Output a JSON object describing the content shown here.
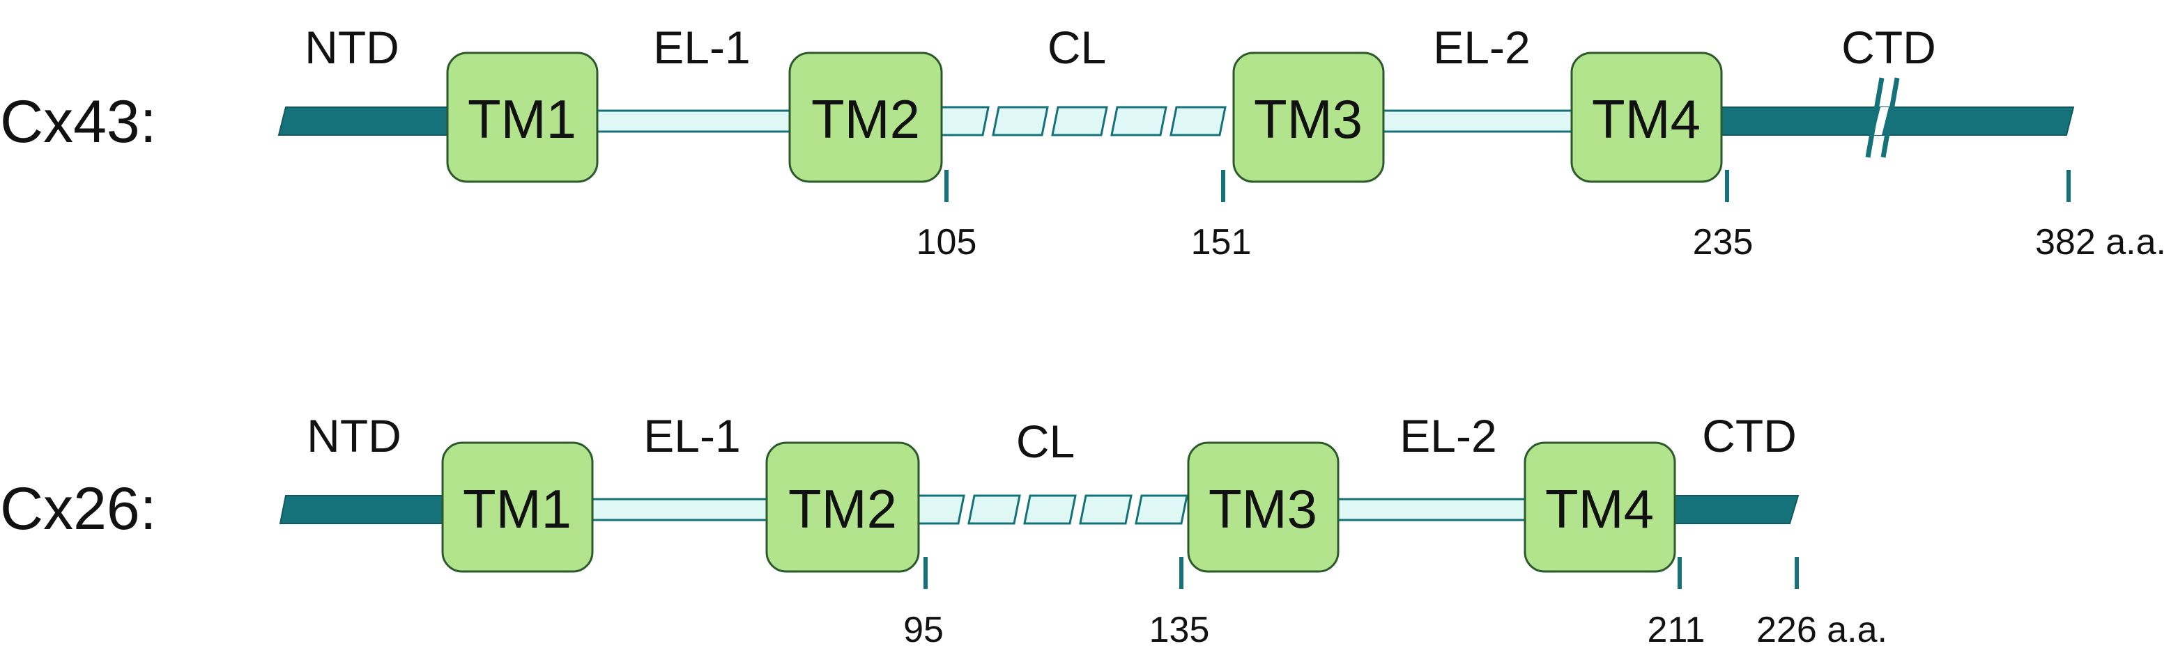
{
  "colors": {
    "terminal": "#15727A",
    "terminal_outline": "#0F5A61",
    "loop_fill": "#DFF8F6",
    "loop_outline": "#15727A",
    "tm_fill": "#B2E38D",
    "tm_outline": "#2D5A2D",
    "tick": "#15727A",
    "text": "#111111"
  },
  "proteins": [
    {
      "label": "Cx43:",
      "regions": {
        "ntd": "NTD",
        "el1": "EL-1",
        "cl": "CL",
        "el2": "EL-2",
        "ctd": "CTD"
      },
      "domains": [
        "TM1",
        "TM2",
        "TM3",
        "TM4"
      ],
      "positions": [
        "105",
        "151",
        "235",
        "382 a.a."
      ]
    },
    {
      "label": "Cx26:",
      "regions": {
        "ntd": "NTD",
        "el1": "EL-1",
        "cl": "CL",
        "el2": "EL-2",
        "ctd": "CTD"
      },
      "domains": [
        "TM1",
        "TM2",
        "TM3",
        "TM4"
      ],
      "positions": [
        "95",
        "135",
        "211",
        "226 a.a."
      ]
    }
  ]
}
